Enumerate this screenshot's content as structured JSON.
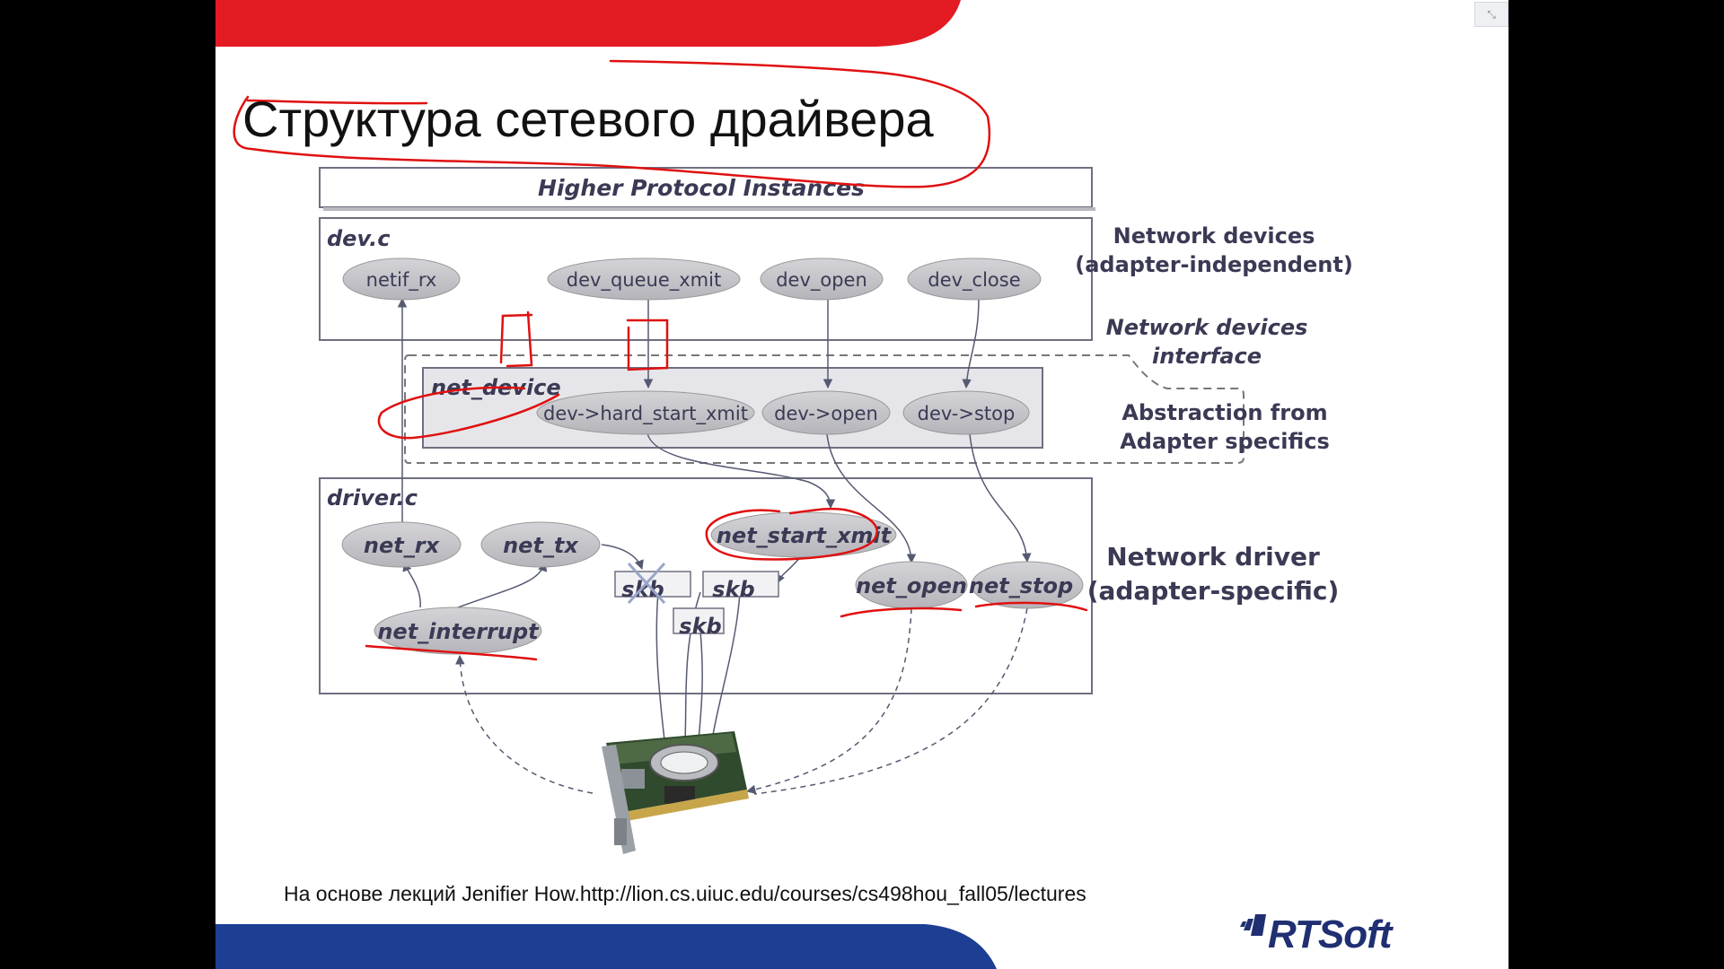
{
  "slide": {
    "title": "Структура сетевого драйвера",
    "footer_ref": "На основе лекций Jenifier How.http://lion.cs.uiuc.edu/courses/cs498hou_fall05/lectures",
    "logo_text": "RTSoft",
    "colors": {
      "red_band": "#e31b23",
      "blue_band": "#1c3f94",
      "ink": "#e01010",
      "box_text": "#3a3a55"
    }
  },
  "diagram": {
    "higher_protocol": "Higher Protocol Instances",
    "dev_c": {
      "label": "dev.c",
      "nodes": [
        "netif_rx",
        "dev_queue_xmit",
        "dev_open",
        "dev_close"
      ]
    },
    "net_device": {
      "label": "net_device",
      "nodes": [
        "dev->hard_start_xmit",
        "dev->open",
        "dev->stop"
      ]
    },
    "driver_c": {
      "label": "driver.c",
      "nodes": [
        "net_rx",
        "net_tx",
        "net_start_xmit",
        "net_open",
        "net_stop",
        "net_interrupt"
      ],
      "buffers": [
        "skb",
        "skb",
        "skb"
      ]
    },
    "side_labels": {
      "network_devices": [
        "Network devices",
        "(adapter-independent)"
      ],
      "interface": [
        "Network devices",
        "interface"
      ],
      "abstraction": [
        "Abstraction from",
        "Adapter specifics"
      ],
      "network_driver": [
        "Network driver",
        "(adapter-specific)"
      ]
    }
  },
  "window": {
    "close_icon": "collapse-icon",
    "close_glyph": "⤡"
  }
}
